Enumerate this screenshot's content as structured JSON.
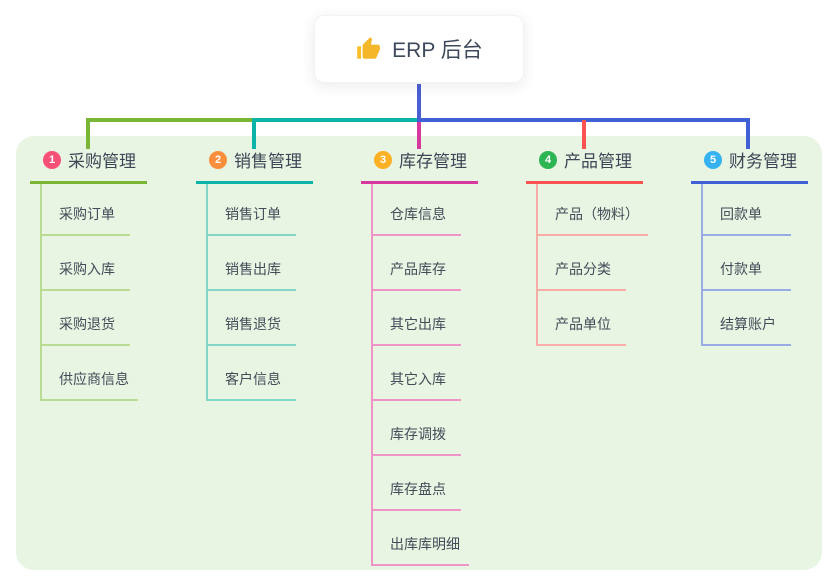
{
  "root": {
    "title": "ERP 后台",
    "icon": "thumbs-up"
  },
  "theme": {
    "canvas_bg": "#ffffff",
    "panel_bg": "#e8f5e2",
    "title_text": "#3c4657",
    "child_text": "#424c59"
  },
  "connector": {
    "root_line": "#4a5fd3"
  },
  "branches": [
    {
      "num": "1",
      "title": "采购管理",
      "num_bg": "#f65077",
      "line": "#7ab535",
      "light": "#b9db92",
      "children": [
        "采购订单",
        "采购入库",
        "采购退货",
        "供应商信息"
      ]
    },
    {
      "num": "2",
      "title": "销售管理",
      "num_bg": "#f98f3d",
      "line": "#0cb3a7",
      "light": "#83d7c9",
      "children": [
        "销售订单",
        "销售出库",
        "销售退货",
        "客户信息"
      ]
    },
    {
      "num": "3",
      "title": "库存管理",
      "num_bg": "#fdb023",
      "line": "#d6389e",
      "light": "#ef94c6",
      "children": [
        "仓库信息",
        "产品库存",
        "其它出库",
        "其它入库",
        "库存调拨",
        "库存盘点",
        "出库库明细"
      ]
    },
    {
      "num": "4",
      "title": "产品管理",
      "num_bg": "#2db553",
      "line": "#f85351",
      "light": "#f9aba6",
      "children": [
        "产品（物料）",
        "产品分类",
        "产品单位"
      ]
    },
    {
      "num": "5",
      "title": "财务管理",
      "num_bg": "#35b2ef",
      "line": "#4160d5",
      "light": "#98abe4",
      "children": [
        "回款单",
        "付款单",
        "结算账户"
      ]
    }
  ]
}
